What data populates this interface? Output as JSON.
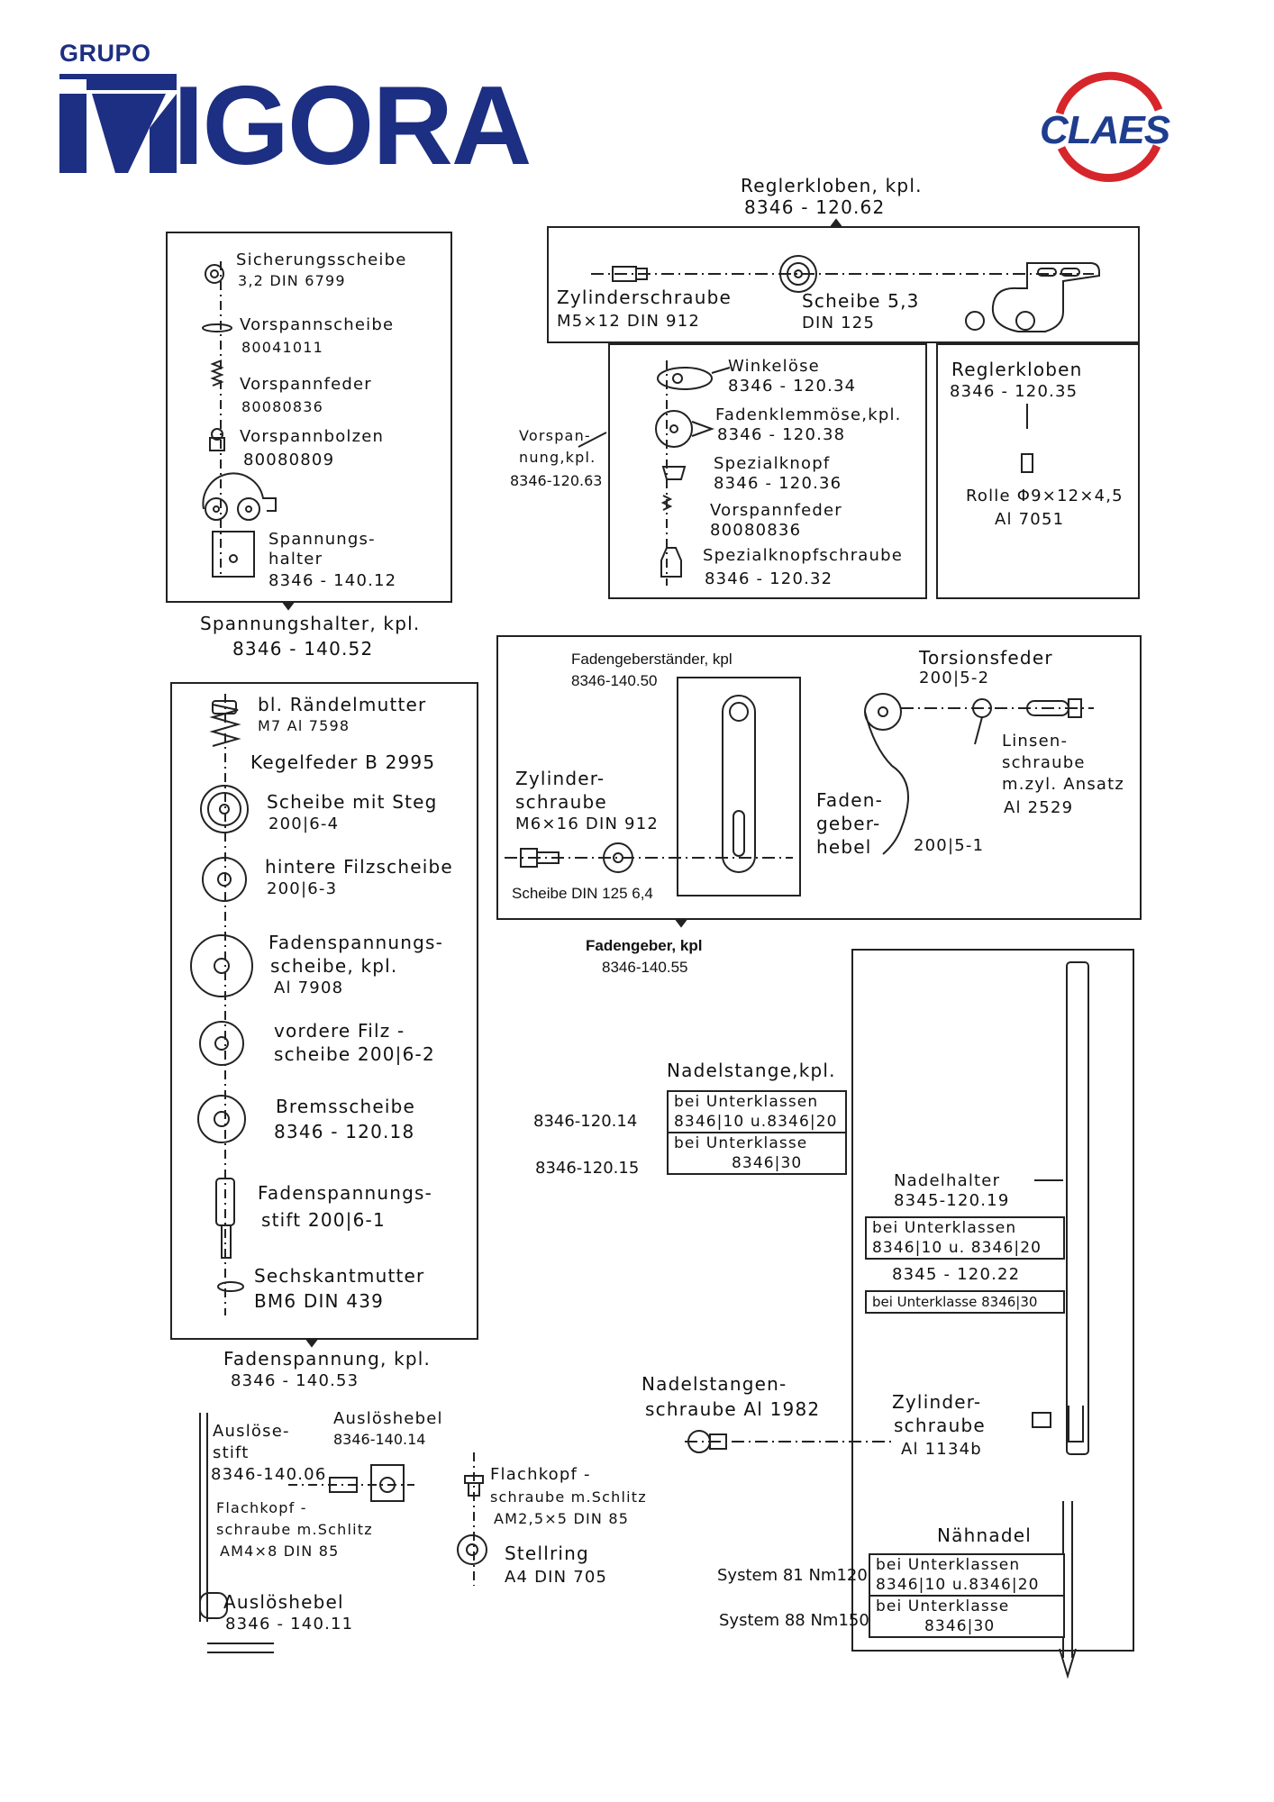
{
  "brand": {
    "group": "GRUPO",
    "name": "MIGORA",
    "partner": "CLAES",
    "colors": {
      "migora_blue": "#1d2f82",
      "claes_blue": "#1f3d8f",
      "claes_red": "#d6262b"
    }
  },
  "regler": {
    "title": "Reglerkloben, kpl.",
    "title_no": "8346 - 120.62",
    "zyl": [
      "Zylinderschraube",
      "M5×12  DIN 912"
    ],
    "scheibe": [
      "Scheibe 5,3",
      "DIN  125"
    ],
    "kloben": [
      "Reglerkloben",
      "8346 - 120.35"
    ],
    "rolle": [
      "Rolle  Φ9×12×4,5",
      "Al 7051"
    ]
  },
  "vorspann": {
    "side": [
      "Vorspan-",
      "nung,kpl.",
      "8346-120.63"
    ],
    "items": [
      [
        "Winkelöse",
        "8346 - 120.34"
      ],
      [
        "Fadenklemmöse,kpl.",
        "8346 - 120.38"
      ],
      [
        "Spezialknopf",
        "8346 - 120.36"
      ],
      [
        "Vorspannfeder",
        "80080836"
      ],
      [
        "Spezialknopfschraube",
        "8346 - 120.32"
      ]
    ]
  },
  "spannungshalter": {
    "items": [
      [
        "Sicherungsscheibe",
        "3,2  DIN 6799"
      ],
      [
        "Vorspannscheibe",
        "80041011"
      ],
      [
        "Vorspannfeder",
        "80080836"
      ],
      [
        "Vorspannbolzen",
        "80080809"
      ],
      [
        "Spannungs-",
        "halter",
        "8346 - 140.12"
      ]
    ],
    "caption": "Spannungshalter, kpl.",
    "caption_no": "8346 - 140.52"
  },
  "fadenspannung": {
    "items": [
      [
        "bl. Rändelmutter",
        "M7   Al 7598"
      ],
      [
        "Kegelfeder  B 2995"
      ],
      [
        "Scheibe mit Steg",
        "200|6-4"
      ],
      [
        "hintere Filzscheibe",
        "200|6-3"
      ],
      [
        "Fadenspannungs-",
        "scheibe, kpl.",
        "Al 7908"
      ],
      [
        "vordere  Filz -",
        "scheibe  200|6-2"
      ],
      [
        "Bremsscheibe",
        "8346 - 120.18"
      ],
      [
        "Fadenspannungs-",
        "stift   200|6-1"
      ],
      [
        "Sechskantmutter",
        "BM6  DIN 439"
      ]
    ],
    "caption": "Fadenspannung, kpl.",
    "caption_no": "8346 - 140.53"
  },
  "fadengeber": {
    "staender": [
      "Fadengeberständer, kpl",
      "8346-140.50"
    ],
    "zyl": [
      "Zylinder-",
      "schraube",
      "M6×16  DIN 912"
    ],
    "scheibe": "Scheibe DIN 125 6,4",
    "torsion": [
      "Torsionsfeder",
      "200|5-2"
    ],
    "linsen": [
      "Linsen-",
      "schraube",
      "m.zyl. Ansatz",
      "Al 2529"
    ],
    "hebel": [
      "Faden-",
      "geber-",
      "hebel"
    ],
    "hebel_no": "200|5-1",
    "caption": "Fadengeber, kpl",
    "caption_no": "8346-140.55"
  },
  "nadel": {
    "stange_title": "Nadelstange,kpl.",
    "stange_rows": [
      {
        "no": "8346-120.14",
        "text": [
          "bei Unterklassen",
          "8346|10 u.8346|20"
        ]
      },
      {
        "no": "8346-120.15",
        "text": [
          "bei Unterklasse",
          "8346|30"
        ]
      }
    ],
    "halter_title": [
      "Nadelhalter",
      "8345-120.19"
    ],
    "halter_rows": [
      "bei Unterklassen",
      "8346|10 u. 8346|20",
      "8345 - 120.22",
      "bei Unterklasse 8346|30"
    ],
    "schraube": [
      "Nadelstangen-",
      "schraube  Al 1982"
    ],
    "zyl": [
      "Zylinder-",
      "schraube",
      "Al 1134b"
    ],
    "naehnadel": "Nähnadel",
    "system_rows": [
      {
        "label": "System 81 Nm120",
        "text": [
          "bei Unterklassen",
          "8346|10 u.8346|20"
        ]
      },
      {
        "label": "System 88 Nm150",
        "text": [
          "bei Unterklasse",
          "8346|30"
        ]
      }
    ]
  },
  "misc": {
    "ausloese_stift": [
      "Auslöse-",
      "stift",
      "8346-140.06"
    ],
    "ausloese_hebel_small": [
      "Auslöshebel",
      "8346-140.14"
    ],
    "flachkopf_a": [
      "Flachkopf -",
      "schraube m.Schlitz",
      "AM4×8  DIN 85"
    ],
    "ausloese_hebel": [
      "Auslöshebel",
      "8346 - 140.11"
    ],
    "flachkopf_b": [
      "Flachkopf -",
      "schraube m.Schlitz",
      "AM2,5×5  DIN 85"
    ],
    "stellring": [
      "Stellring",
      "A4  DIN 705"
    ]
  }
}
